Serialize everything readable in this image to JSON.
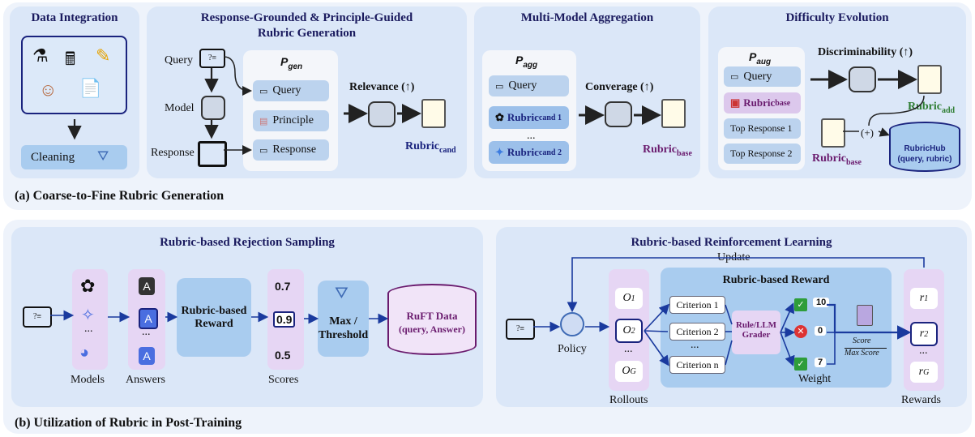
{
  "section_a": {
    "caption": "(a) Coarse-to-Fine Rubric Generation",
    "data_integration": {
      "title": "Data Integration",
      "cleaning": "Cleaning"
    },
    "rubric_generation": {
      "title_line1": "Response-Grounded & Principle-Guided",
      "title_line2": "Rubric Generation",
      "query_label": "Query",
      "model_label": "Model",
      "response_label": "Response",
      "p_gen": "P",
      "p_gen_sub": "gen",
      "chips": [
        "Query",
        "Principle",
        "Response"
      ],
      "relevance": "Relevance (↑)",
      "rubric": "Rubric",
      "rubric_sub": "cand"
    },
    "aggregation": {
      "title": "Multi-Model Aggregation",
      "p_agg": "P",
      "p_agg_sub": "agg",
      "query_chip": "Query",
      "rubric1": "Rubric",
      "rubric1_sub": "cand 1",
      "ellipsis": "...",
      "rubric2": "Rubric",
      "rubric2_sub": "cand 2",
      "converage": "Converage (↑)",
      "rubric_out": "Rubric",
      "rubric_out_sub": "base"
    },
    "difficulty": {
      "title": "Difficulty Evolution",
      "p_aug": "P",
      "p_aug_sub": "aug",
      "chips": [
        "Query",
        "Top Response 1",
        "Top Response 2"
      ],
      "rubric_base_chip": "Rubric",
      "rubric_base_chip_sub": "base",
      "discriminability": "Discriminability (↑)",
      "rubric_add": "Rubric",
      "rubric_add_sub": "add",
      "rubric_base": "Rubric",
      "rubric_base_sub": "base",
      "plus": "(+)",
      "hub_line1": "RubricHub",
      "hub_line2": "(query, rubric)"
    }
  },
  "section_b": {
    "caption": "(b) Utilization of Rubric in Post-Training",
    "rejection": {
      "title": "Rubric-based Rejection Sampling",
      "models_label": "Models",
      "answers_label": "Answers",
      "answer_letter": "A",
      "ellipsis": "...",
      "reward_box": "Rubric-based Reward",
      "scores": [
        "0.7",
        "0.9",
        "0.5"
      ],
      "scores_label": "Scores",
      "filter_label_1": "Max /",
      "filter_label_2": "Threshold",
      "ruft_line1": "RuFT Data",
      "ruft_line2": "(query, Answer)"
    },
    "rl": {
      "title": "Rubric-based Reinforcement Learning",
      "update": "Update",
      "policy": "Policy",
      "rollouts": [
        "O",
        "O",
        "O"
      ],
      "rollout_subs": [
        "1",
        "2",
        "G"
      ],
      "rollouts_label": "Rollouts",
      "reward_title": "Rubric-based Reward",
      "criteria": [
        "Criterion 1",
        "Criterion 2",
        "Criterion n"
      ],
      "grader": "Rule/LLM Grader",
      "weights": [
        "10",
        "0",
        "7"
      ],
      "weight_label": "Weight",
      "score_frac_top": "Score",
      "score_frac_bottom": "Max Score",
      "rewards": [
        "r",
        "r",
        "r"
      ],
      "reward_subs": [
        "1",
        "2",
        "G"
      ],
      "rewards_label": "Rewards",
      "ellipsis": "..."
    }
  },
  "colors": {
    "panel": "#dbe7f8",
    "purple": "#6a1b6e",
    "navy": "#1a237e",
    "col_bg": "#e6d6f4",
    "box": "#a9ccef"
  }
}
